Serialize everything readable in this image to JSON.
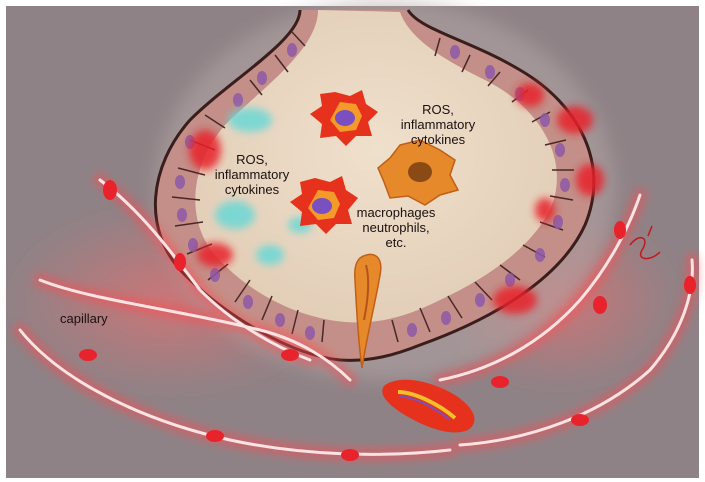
{
  "labels": {
    "ros_right": [
      "ROS,",
      "inflammatory",
      "cytokines"
    ],
    "ros_left": [
      "ROS,",
      "inflammatory",
      "cytokines"
    ],
    "immune_cells": [
      "macrophages",
      "neutrophils,",
      "etc."
    ],
    "capillary": "capillary"
  },
  "colors": {
    "background": "#8f8286",
    "lumen": "#e9d7c2",
    "epithelium_cell": "#c99990",
    "capillary_red": "#e8232b",
    "immune_cell_red": "#e6321c",
    "macrophage_orange": "#e6892a",
    "ros_cyan": "#63d8d8"
  },
  "icons": [
    "inflamed-immune-cell-icon",
    "macrophage-icon",
    "capillary-vessel-icon",
    "artist-signature"
  ]
}
